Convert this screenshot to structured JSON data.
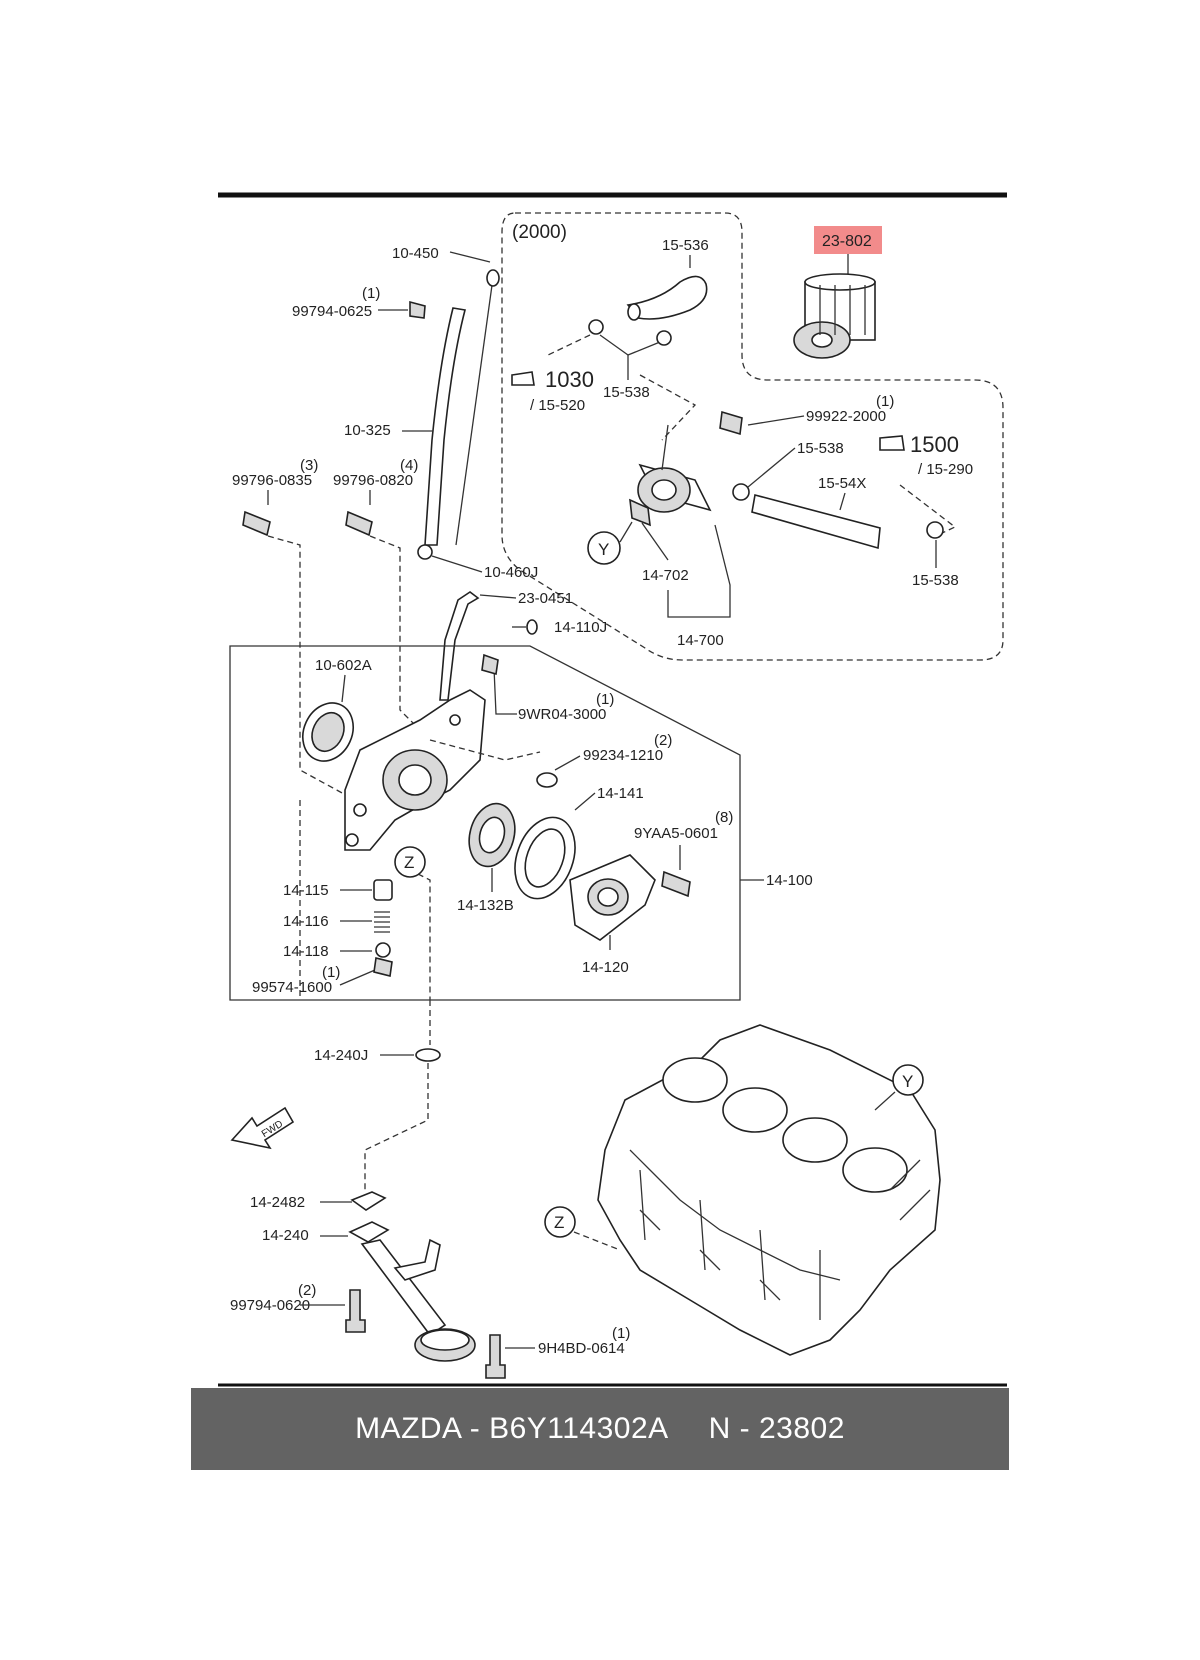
{
  "diagram": {
    "group_label": "(2000)",
    "highlight": {
      "label": "23-802",
      "color": "#f28b8b"
    },
    "labels": {
      "p10_450": "10-450",
      "p99794_0625": "99794-0625",
      "q1a": "(1)",
      "p10_325": "10-325",
      "p99796_0835": "99796-0835",
      "q3": "(3)",
      "p99796_0820": "99796-0820",
      "q4": "(4)",
      "p10_460j": "10-460J",
      "p23_0451": "23-0451",
      "p14_110j": "14-110J",
      "p15_536": "15-536",
      "big1030": "1030",
      "p15_520": "/ 15-520",
      "p15_538a": "15-538",
      "p99922_2000": "99922-2000",
      "q1b": "(1)",
      "p15_538b": "15-538",
      "big1500": "1500",
      "p15_290": "/ 15-290",
      "p15_54x": "15-54X",
      "p15_538c": "15-538",
      "p14_702": "14-702",
      "p14_700": "14-700",
      "p10_602a": "10-602A",
      "p9wr04_3000": "9WR04-3000",
      "q1c": "(1)",
      "p99234_1210": "99234-1210",
      "q2a": "(2)",
      "p14_141": "14-141",
      "p9yaa5_0601": "9YAA5-0601",
      "q8": "(8)",
      "p14_100": "14-100",
      "p14_115": "14-115",
      "p14_116": "14-116",
      "p14_118": "14-118",
      "p99574_1600": "99574-1600",
      "q1d": "(1)",
      "p14_132b": "14-132B",
      "p14_120": "14-120",
      "p14_240j": "14-240J",
      "fwd": "FWD",
      "p14_2482": "14-2482",
      "p14_240": "14-240",
      "p99794_0620": "99794-0620",
      "q2b": "(2)",
      "p9h4bd_0614": "9H4BD-0614",
      "q1e": "(1)",
      "ref_y": "Y",
      "ref_z": "Z"
    }
  },
  "footer": {
    "part_text": "MAZDA - B6Y114302A",
    "ref_text": "N - 23802",
    "bg_color": "#636363"
  }
}
